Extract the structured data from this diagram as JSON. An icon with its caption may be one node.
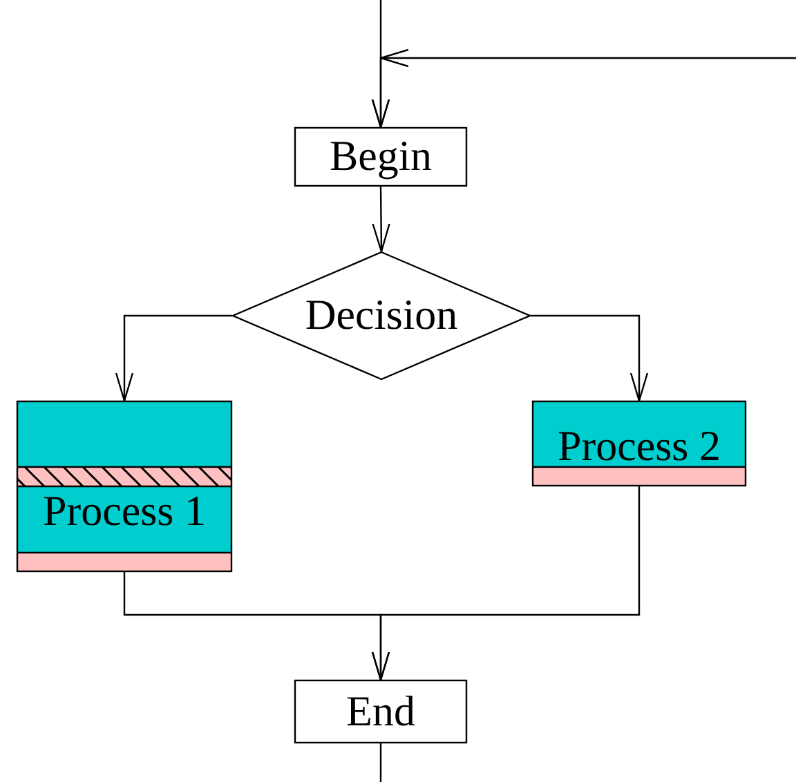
{
  "diagram": {
    "nodes": [
      {
        "text": [
          "Begin"
        ]
      },
      {
        "text": [
          "Decision"
        ]
      },
      {
        "text": [
          "Process 1"
        ]
      },
      {
        "text": [
          "Process 2"
        ]
      },
      {
        "text": [
          "End"
        ]
      }
    ],
    "edges": [
      {
        "from": null,
        "to": 0,
        "arrow": "to"
      },
      {
        "from": null,
        "to": 0,
        "arrow": "to"
      },
      {
        "from": 0,
        "to": 1,
        "arrow": "to"
      },
      {
        "from": 1,
        "to": 2,
        "arrow": "to"
      },
      {
        "from": 1,
        "to": 3,
        "arrow": "to"
      },
      {
        "from": 2,
        "to": 4,
        "arrow": "to"
      },
      {
        "from": 3,
        "to": 4,
        "arrow": "to"
      },
      {
        "from": 4,
        "to": null,
        "arrow": "none"
      }
    ]
  }
}
